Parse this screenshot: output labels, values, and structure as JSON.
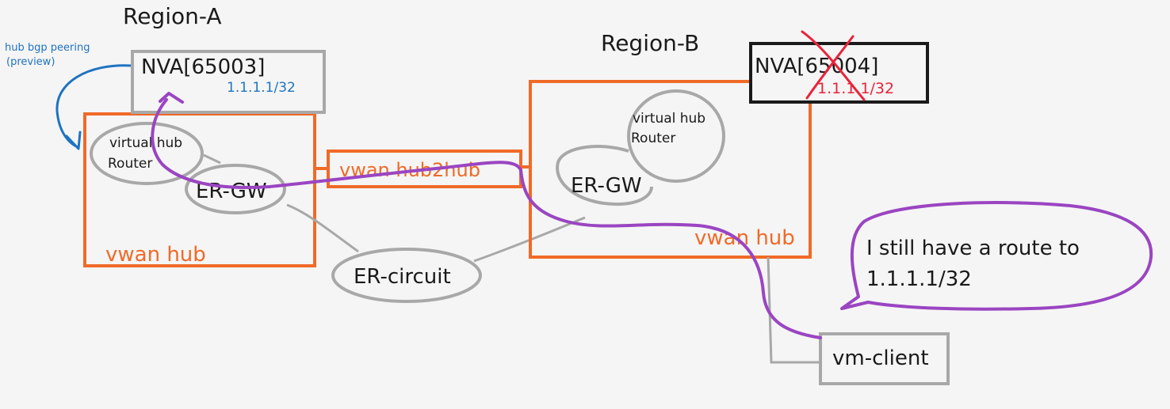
{
  "regions": {
    "a": "Region-A",
    "b": "Region-B"
  },
  "annotation": {
    "line1": "hub bgp peering",
    "line2": "(preview)"
  },
  "nva_a": {
    "label": "NVA[65003]",
    "prefix": "1.1.1.1/32"
  },
  "nva_b": {
    "label": "NVA[65004]",
    "prefix": "1.1.1.1/32",
    "status": "removed"
  },
  "hub_a": {
    "label": "vwan hub",
    "router_line1": "virtual hub",
    "router_line2": "Router",
    "gateway": "ER-GW"
  },
  "hub_b": {
    "label": "vwan hub",
    "router_line1": "virtual hub",
    "router_line2": "Router",
    "gateway": "ER-GW"
  },
  "hub2hub": "vwan hub2hub",
  "circuit": "ER-circuit",
  "vm": "vm-client",
  "speech": {
    "line1": "I still have a route to",
    "line2": "1.1.1.1/32"
  },
  "colors": {
    "background": "#f5f5f5",
    "orange": "#f06a28",
    "gray": "#a8a8a8",
    "black": "#1a1a1a",
    "blue": "#1f73c1",
    "red": "#e8243a",
    "purple": "#9a45c2"
  }
}
